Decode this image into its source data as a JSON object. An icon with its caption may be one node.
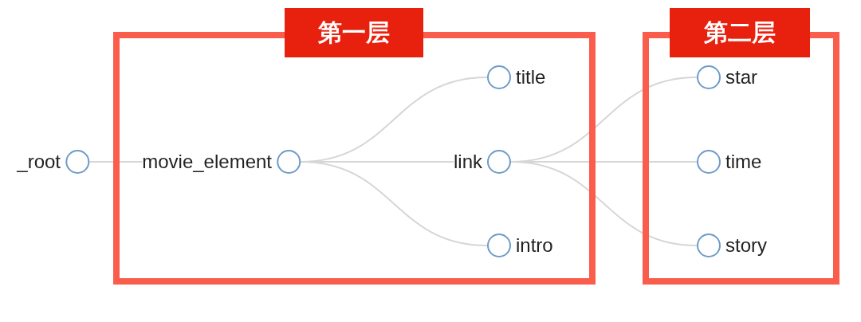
{
  "diagram": {
    "nodes": [
      {
        "text": [
          "第一层"
        ]
      },
      {
        "text": [
          "第二层"
        ]
      },
      {
        "text": [
          "_root"
        ]
      },
      {
        "text": [
          "movie_element"
        ],
        "in": 0
      },
      {
        "text": [
          "title"
        ],
        "in": 0
      },
      {
        "text": [
          "link"
        ],
        "in": 0
      },
      {
        "text": [
          "intro"
        ],
        "in": 0
      },
      {
        "text": [
          "star"
        ],
        "in": 1
      },
      {
        "text": [
          "time"
        ],
        "in": 1
      },
      {
        "text": [
          "story"
        ],
        "in": 1
      }
    ],
    "edges": [
      {
        "from": 2,
        "to": 3,
        "arrow": "none"
      },
      {
        "from": 3,
        "to": 4,
        "arrow": "none"
      },
      {
        "from": 3,
        "to": 5,
        "arrow": "none"
      },
      {
        "from": 3,
        "to": 6,
        "arrow": "none"
      },
      {
        "from": 5,
        "to": 7,
        "arrow": "none"
      },
      {
        "from": 5,
        "to": 8,
        "arrow": "none"
      },
      {
        "from": 5,
        "to": 9,
        "arrow": "none"
      }
    ]
  }
}
